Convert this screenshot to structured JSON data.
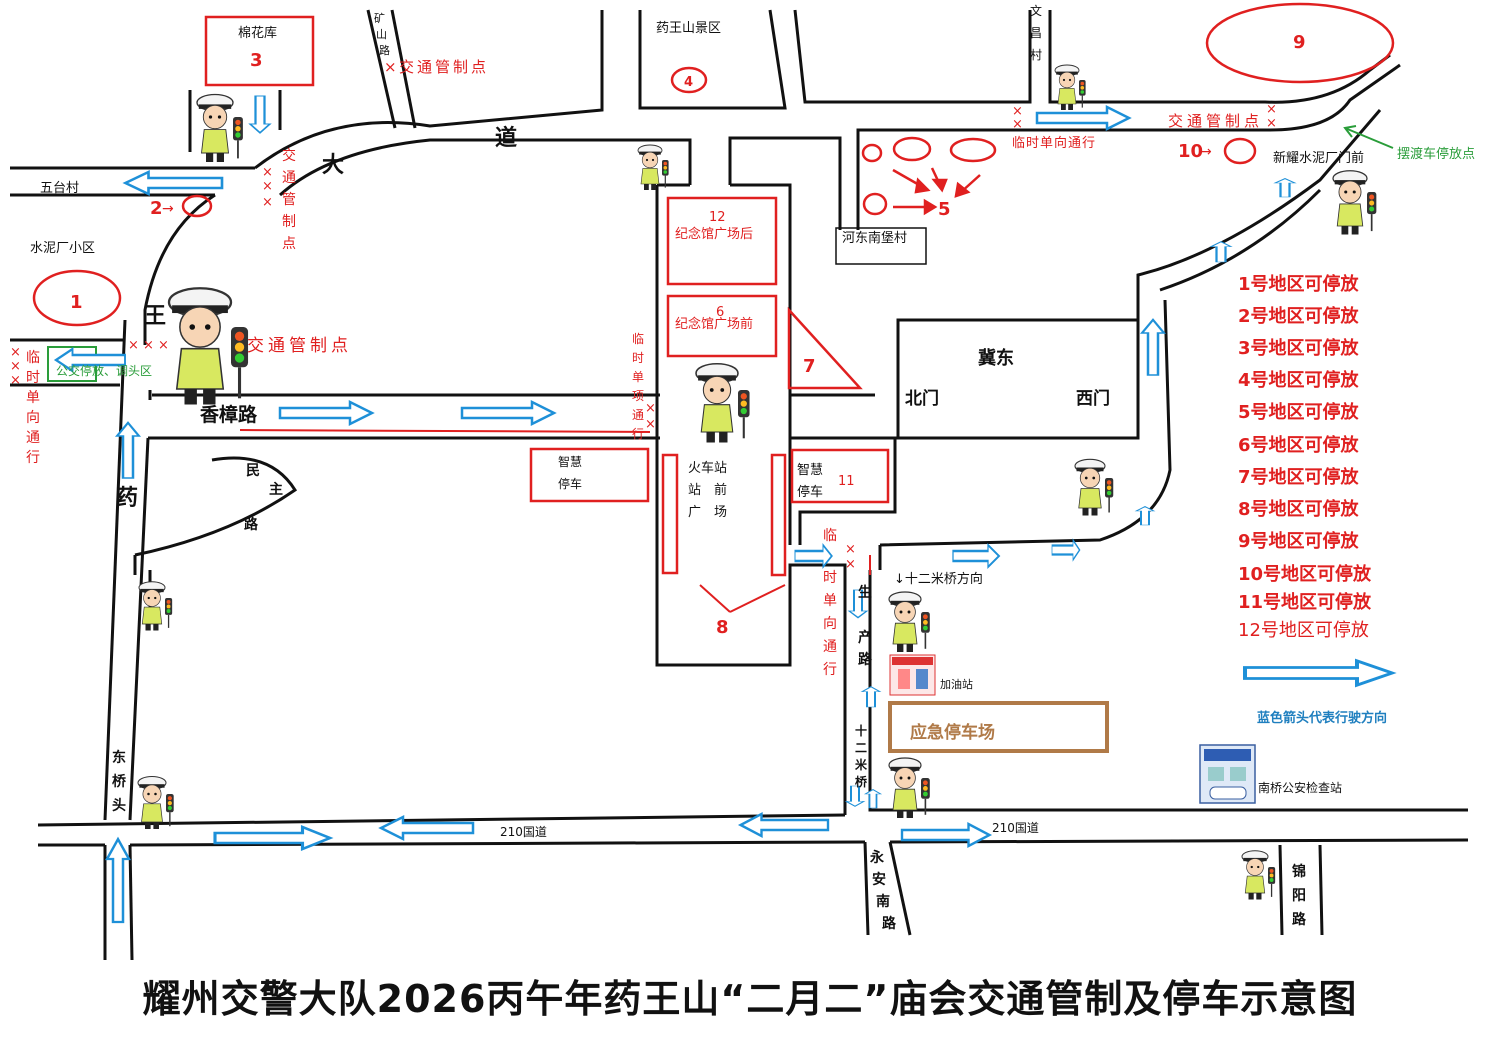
{
  "title": "耀州交警大队2026丙午年药王山“二月二”庙会交通管制及停车示意图",
  "colors": {
    "road": "#111111",
    "control": "#e02020",
    "direction_arrow": "#1e90d8",
    "parking_box": "#e02020",
    "emergency_box": "#b07a48",
    "shuttle": "#2a9d3a"
  },
  "places": {
    "cotton": "棉花库",
    "mining_road": "矿山路",
    "yaowang_scenic": "药王山景区",
    "wenchang_village": "文昌村",
    "wutai_village": "五台村",
    "cement_community": "水泥厂小区",
    "hedong_village": "河东南堡村",
    "xinyao_cement": "新耀水泥厂门前",
    "shuttle_stop": "摆渡车停放点",
    "bus_stop": "公交停放、调头区",
    "memorial_back": "纪念馆广场后",
    "memorial_front": "纪念馆广场前",
    "station_square": "火车站站前广场",
    "smart_parking": "智慧停车",
    "twelve_meter_dir": "↓十二米桥方向",
    "gas_station": "加油站",
    "emergency_parking": "应急停车场",
    "nanqiao_police": "南桥公安检查站",
    "jidong": "冀东",
    "north_gate": "北门",
    "west_gate": "西门"
  },
  "roads": {
    "da": "大",
    "dao": "道",
    "wang": "王",
    "yao": "药",
    "xiangzhang": "香樟路",
    "minzhu": "民主路",
    "dongqiaotou": "东桥头",
    "national210": "210国道",
    "yongan_south": "永安南路",
    "jinyang": "锦阳路",
    "shengchan": "生产路",
    "twelve_meter_bridge": "十二米桥"
  },
  "control": {
    "point": "交通管制点",
    "one_way": "临时单向通行",
    "cross": "×"
  },
  "zones": [
    "1",
    "2",
    "3",
    "4",
    "5",
    "6",
    "7",
    "8",
    "9",
    "10",
    "11",
    "12"
  ],
  "legend": {
    "parking_list": [
      "1号地区可停放",
      "2号地区可停放",
      "3号地区可停放",
      "4号地区可停放",
      "5号地区可停放",
      "6号地区可停放",
      "7号地区可停放",
      "8号地区可停放",
      "9号地区可停放",
      "10号地区可停放",
      "11号地区可停放",
      "12号地区可停放"
    ],
    "arrow_note": "蓝色箭头代表行驶方向"
  },
  "icons": [
    "traffic-police-icon",
    "traffic-light-icon",
    "gas-station-icon",
    "police-station-icon",
    "flow-arrow-icon"
  ]
}
